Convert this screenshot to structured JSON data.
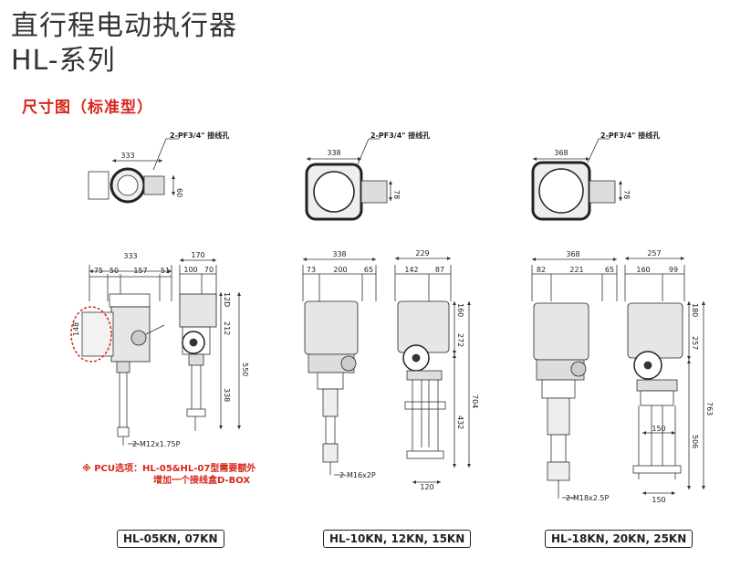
{
  "header": {
    "title_line1": "直行程电动执行器",
    "title_line2": "HL-系列",
    "section": "尺寸图（标准型）"
  },
  "note": {
    "line1": "※ PCU选项：HL-05&HL-07型需要额外",
    "line2": "增加一个接线盒D-BOX"
  },
  "models": {
    "m1": "HL-05KN, 07KN",
    "m2": "HL-10KN, 12KN, 15KN",
    "m3": "HL-18KN, 20KN, 25KN"
  },
  "labels": {
    "conduit": "2-PF3/4\" 接线孔",
    "g1": {
      "top_w": "333",
      "top_h": "60",
      "side_w": "333",
      "s75": "75",
      "s50": "50",
      "s157": "157",
      "s51": "51",
      "front_w": "170",
      "f100": "100",
      "f70": "70",
      "h12": "12D",
      "h212": "212",
      "h550": "550",
      "h338": "338",
      "h148": "148",
      "thread": "2-M12x1.75P"
    },
    "g2": {
      "top_w": "338",
      "top_h": "78",
      "side_w": "338",
      "s73": "73",
      "s200": "200",
      "s65": "65",
      "front_w": "229",
      "f142": "142",
      "f87": "87",
      "h160": "160",
      "h272": "272",
      "h704": "704",
      "h432": "432",
      "b120": "120",
      "thread": "2-M16x2P"
    },
    "g3": {
      "top_w": "368",
      "top_h": "78",
      "side_w": "368",
      "s82": "82",
      "s221": "221",
      "s65": "65",
      "front_w": "257",
      "f160": "160",
      "f99": "99",
      "h180": "180",
      "h257": "257",
      "h763": "763",
      "h506": "506",
      "b150a": "150",
      "b150b": "150",
      "thread": "2-M18x2.5P"
    }
  }
}
